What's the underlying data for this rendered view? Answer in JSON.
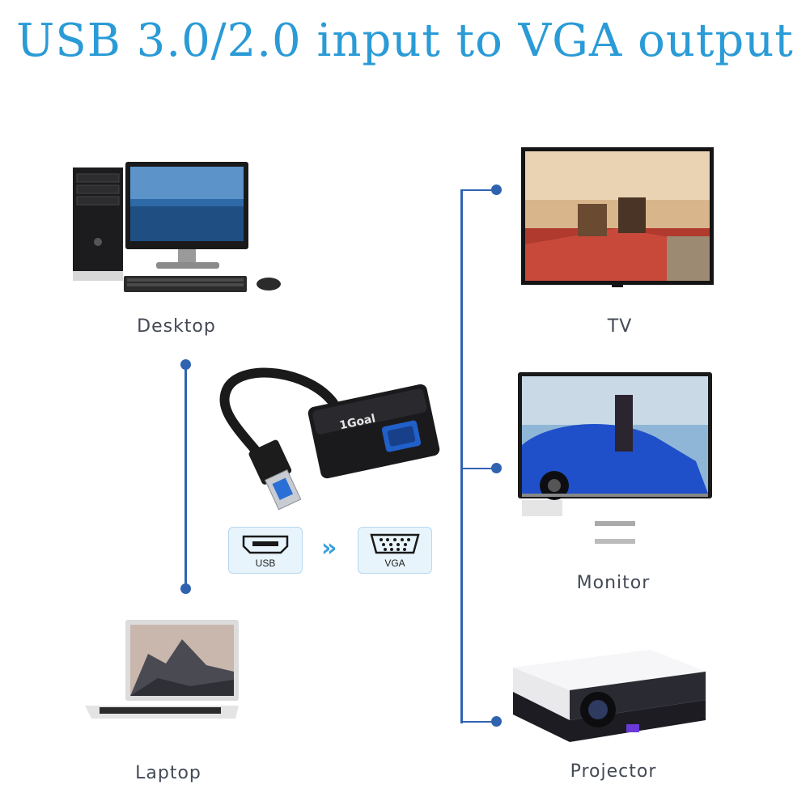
{
  "title": "USB 3.0/2.0 input to VGA output",
  "devices": {
    "desktop": "Desktop",
    "laptop": "Laptop",
    "tv": "TV",
    "monitor": "Monitor",
    "projector": "Projector"
  },
  "adapter": {
    "brand": "1Goal",
    "input_port_label": "USB",
    "output_port_label": "VGA"
  },
  "colors": {
    "title": "#2a9bd6",
    "connector_line": "#2f63b0",
    "arrow": "#3aa0e0"
  },
  "icons": [
    "desktop-computer-icon",
    "laptop-icon",
    "tv-icon",
    "monitor-icon",
    "projector-icon",
    "usb-vga-adapter-icon",
    "double-chevron-right-icon"
  ]
}
